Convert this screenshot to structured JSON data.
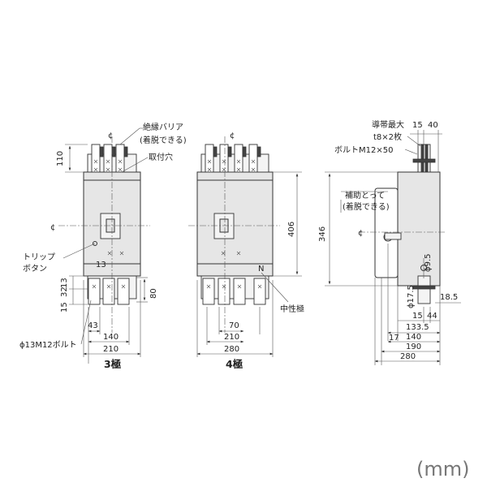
{
  "labels": {
    "barrier": "絶縁バリア",
    "barrier_note": "(着脱できる)",
    "mount_hole": "取付穴",
    "trip": "トリップ",
    "trip2": "ボタン",
    "bolt_hole": "ϕ13M12ボルト",
    "neutral_letter": "N",
    "neutral": "中性極",
    "pole3": "3極",
    "pole4": "4極",
    "conductor": "導帯最大",
    "conductor2": "t8×2枚",
    "bolt": "ボルトM12×50",
    "aux": "補助とって",
    "aux_note": "(着脱できる)",
    "unit": "(mm)",
    "cl": "¢"
  },
  "dims3": {
    "top": "110",
    "d13": "13",
    "d15": "15",
    "d32": "32",
    "d80": "80",
    "d43": "43",
    "d140": "140",
    "d210": "210"
  },
  "dims4": {
    "d406": "406",
    "d70": "70",
    "d210": "210",
    "d280": "280"
  },
  "dimsSide": {
    "top15": "15",
    "top40": "40",
    "d346": "346",
    "d9_5": "ϕ9.5",
    "d17_5": "ϕ17.5",
    "d18_5": "18.5",
    "d15": "15",
    "d44": "44",
    "d133_5": "133.5",
    "d17": "17",
    "d140": "140",
    "d190": "190",
    "d280": "280"
  }
}
